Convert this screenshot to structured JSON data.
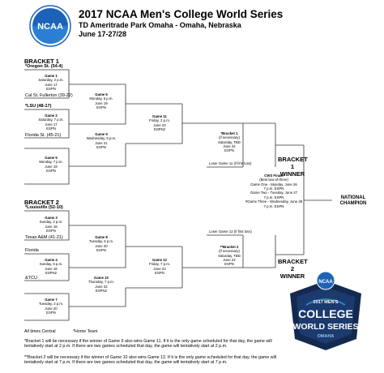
{
  "header": {
    "logo_text": "NCAA",
    "title": "2017 NCAA Men's College World Series",
    "venue": "TD Ameritrade Park Omaha - Omaha, Nebraska",
    "dates": "June 17-27/28"
  },
  "bracket1": {
    "label": "BRACKET 1",
    "teams": [
      "*Oregon St. (54-4)",
      "Cal St. Fullerton (39-22)",
      "*LSU (48-17)",
      "Florida St. (45-21)"
    ],
    "games": [
      {
        "name": "Game 1",
        "lines": [
          "Saturday, 2 p.m.",
          "June 17",
          "ESPN"
        ]
      },
      {
        "name": "Game 2",
        "lines": [
          "Saturday, 7 p.m.",
          "June 17",
          "ESPN"
        ]
      },
      {
        "name": "Game 5",
        "lines": [
          "Monday, 7 p.m.",
          "June 19",
          "ESPN"
        ]
      },
      {
        "name": "Game 6",
        "lines": [
          "Monday, 6 p.m.",
          "June 19",
          "ESPN"
        ]
      },
      {
        "name": "Game 9",
        "lines": [
          "Wednesday, 8 p.m.",
          "June 21",
          "ESPN"
        ]
      },
      {
        "name": "Game 11",
        "lines": [
          "Friday, 2 p.m.",
          "June 23",
          "ESPN2"
        ]
      },
      {
        "name": "*Bracket 1",
        "lines": [
          "(if necessary)",
          "Saturday, TBD",
          "June 24",
          "ESPN"
        ]
      }
    ],
    "loser_note": "Loser Game 11 (if first loss)"
  },
  "bracket2": {
    "label": "BRACKET 2",
    "teams": [
      "*Louisville (52-10)",
      "Texas A&M (41-21)",
      "Florida",
      "&TCU"
    ],
    "games": [
      {
        "name": "Game 3",
        "lines": [
          "Sunday, 2 p.m.",
          "June 18",
          "ESPN"
        ]
      },
      {
        "name": "Game 4",
        "lines": [
          "Sunday, 6 p.m.",
          "June 18",
          "ESPN2"
        ]
      },
      {
        "name": "Game 7",
        "lines": [
          "Tuesday, 2 p.m.",
          "June 20",
          "ESPN"
        ]
      },
      {
        "name": "Game 8",
        "lines": [
          "Tuesday, 6 p.m.",
          "June 20",
          "ESPN"
        ]
      },
      {
        "name": "Game 10",
        "lines": [
          "Thursday, 7 p.m.",
          "June 22",
          "ESPN2"
        ]
      },
      {
        "name": "Game 12",
        "lines": [
          "Friday, 7 p.m.",
          "June 23",
          "ESPN"
        ]
      },
      {
        "name": "**Bracket 2",
        "lines": [
          "(if necessary)",
          "Saturday, TBD",
          "June 24",
          "ESPN"
        ]
      }
    ],
    "loser_note": "Loser Game 12 (if first loss)"
  },
  "finals": {
    "winner1": "BRACKET 1 WINNER",
    "winner2": "BRACKET 2 WINNER",
    "champion": "NATIONAL CHAMPION",
    "title": "CWS Finals",
    "lines": [
      "(Best two-of-three)",
      "Game One - Monday, June 26",
      "7 p.m. ESPN",
      "Game Two - Tuesday, June 27",
      "7 p.m. ESPN",
      "#Game Three - Wednesday, June 28",
      "7 p.m. ESPN"
    ]
  },
  "footer": {
    "times": "All times Central",
    "home": "*Home Team",
    "note1": "*Bracket 1 will be necessary if the winner of Game 9 also wins Game 11.  If it is the only game scheduled for that day, the game will tentatively start at 2 p.m. If there are two games scheduled that day, the game will tentatively start at 2 p.m.",
    "note2": "**Bracket 2 will be necessary if the winner of Game 10 also wins Game 12.  If it is the only game scheduled for that day, the game will tentatively start at 7 p.m. If there are two games scheduled that day, the game will tentatively start at 7 p.m."
  },
  "logo": {
    "year": "2017 MEN'S",
    "line1": "COLLEGE",
    "line2": "WORLD SERIES",
    "city": "OMAHA"
  },
  "colors": {
    "ncaa_blue": "#1c63b7",
    "navy": "#14294f",
    "line": "#333333"
  }
}
